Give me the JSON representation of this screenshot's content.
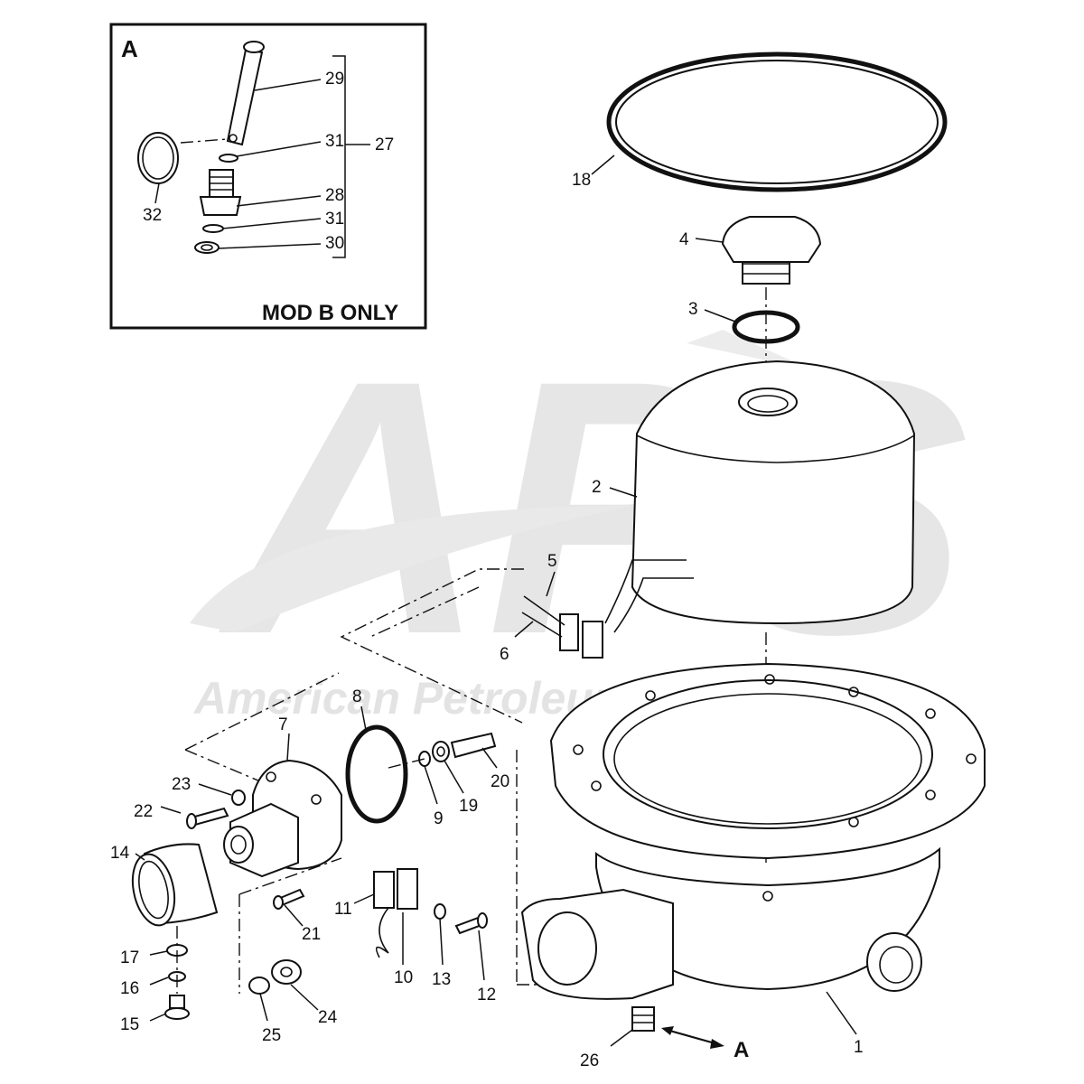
{
  "watermark": {
    "logo_letters": "APS",
    "company": "American Petroleum Services"
  },
  "inset": {
    "view_letter": "A",
    "caption": "MOD B ONLY"
  },
  "section_arrow": {
    "letter": "A"
  },
  "callouts": [
    "1",
    "2",
    "3",
    "4",
    "5",
    "6",
    "7",
    "8",
    "9",
    "10",
    "11",
    "12",
    "13",
    "14",
    "15",
    "16",
    "17",
    "18",
    "19",
    "20",
    "21",
    "22",
    "23",
    "24",
    "25",
    "26",
    "27",
    "28",
    "29",
    "30",
    "31",
    "31",
    "32"
  ],
  "colors": {
    "line": "#111111",
    "watermark": "#e3e3e3",
    "background": "#ffffff"
  }
}
